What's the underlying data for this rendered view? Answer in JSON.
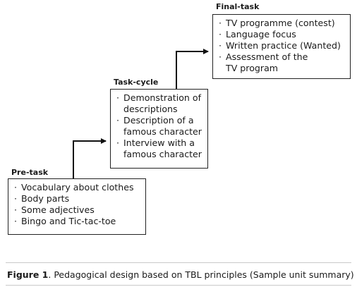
{
  "final_task": {
    "label": "Final-task",
    "items": [
      "TV programme (contest)",
      "Language focus",
      "Written practice (Wanted)",
      "Assessment of the\nTV program"
    ]
  },
  "task_cycle": {
    "label": "Task-cycle",
    "items": [
      "Demonstration of\ndescriptions",
      "Description of a\nfamous character",
      "Interview with a\nfamous character"
    ]
  },
  "pre_task": {
    "label": "Pre-task",
    "items": [
      "Vocabulary  about  clothes",
      "Body parts",
      "Some adjectives",
      "Bingo and Tic-tac-toe"
    ]
  },
  "caption": {
    "figure_label": "Figure 1",
    "text": ". Pedagogical design based on TBL principles (Sample unit summary)"
  }
}
